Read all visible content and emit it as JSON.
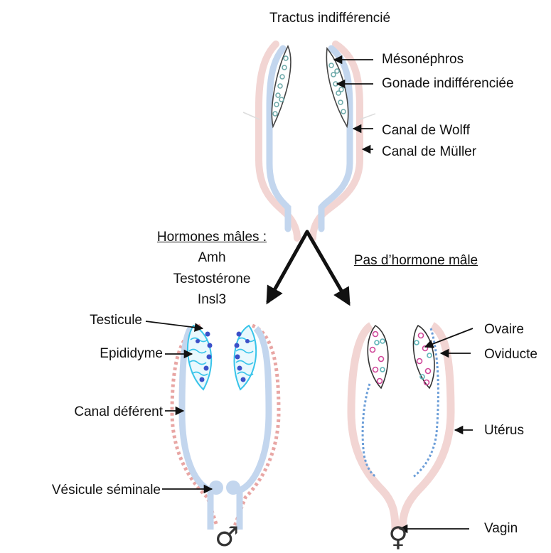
{
  "title": "Tractus indifférencié",
  "top_labels": {
    "mesonephros": "Mésonéphros",
    "gonade": "Gonade indifférenciée",
    "wolff": "Canal de Wolff",
    "muller": "Canal de Müller"
  },
  "branches": {
    "male_header": "Hormones mâles :",
    "male_hormones": [
      "Amh",
      "Testostérone",
      "Insl3"
    ],
    "female_header": "Pas d’hormone mâle"
  },
  "male_labels": {
    "testicule": "Testicule",
    "epididyme": "Epididyme",
    "canal_deferent": "Canal déférent",
    "vesicule": "Vésicule séminale"
  },
  "female_labels": {
    "ovaire": "Ovaire",
    "oviducte": "Oviducte",
    "uterus": "Utérus",
    "vagin": "Vagin"
  },
  "symbols": {
    "male": "♂",
    "female": "♀"
  },
  "colors": {
    "muller_duct": "#f2d5d3",
    "wolff_duct": "#c3d6ee",
    "dotted_muller": "#e8a6a4",
    "dotted_wolff": "#6c9ed8",
    "testis": "#38c4ea",
    "testis_cells": "#3b50c8",
    "ovary_cells_pink": "#d0489a",
    "ovary_cells_teal": "#5fb4b8",
    "gonad_cells": "#6aa8a8",
    "arrow": "#111111"
  }
}
